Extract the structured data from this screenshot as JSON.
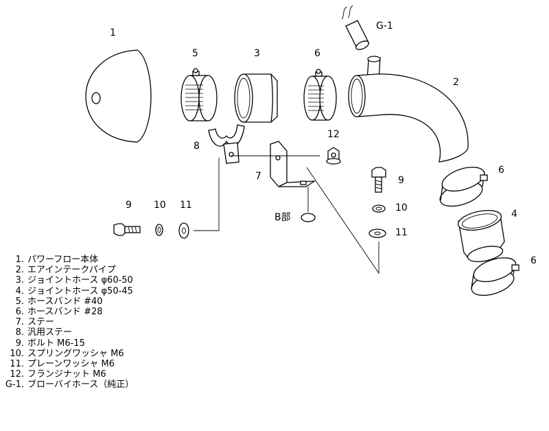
{
  "callouts": {
    "p1": "1",
    "p2": "2",
    "p3": "3",
    "p4": "4",
    "p5": "5",
    "p6a": "6",
    "p6b": "6",
    "p6c": "6",
    "p7": "7",
    "p8": "8",
    "p9a": "9",
    "p9b": "9",
    "p10a": "10",
    "p10b": "10",
    "p11a": "11",
    "p11b": "11",
    "p12": "12",
    "g1": "G-1",
    "detail_b": "B部"
  },
  "legend": [
    {
      "num": "1.",
      "text": "パワーフロー本体"
    },
    {
      "num": "2.",
      "text": "エアインテークパイプ"
    },
    {
      "num": "3.",
      "text": "ジョイントホース φ60-50"
    },
    {
      "num": "4.",
      "text": "ジョイントホース φ50-45"
    },
    {
      "num": "5.",
      "text": "ホースバンド #40"
    },
    {
      "num": "6.",
      "text": "ホースバンド #28"
    },
    {
      "num": "7.",
      "text": "ステー"
    },
    {
      "num": "8.",
      "text": "汎用ステー"
    },
    {
      "num": "9.",
      "text": "ボルト  M6-15"
    },
    {
      "num": "10.",
      "text": "スプリングワッシャ  M6"
    },
    {
      "num": "11.",
      "text": "プレーンワッシャ  M6"
    },
    {
      "num": "12.",
      "text": "フランジナット  M6"
    },
    {
      "num": "G-1.",
      "text": "ブローバイホース（純正）"
    }
  ]
}
